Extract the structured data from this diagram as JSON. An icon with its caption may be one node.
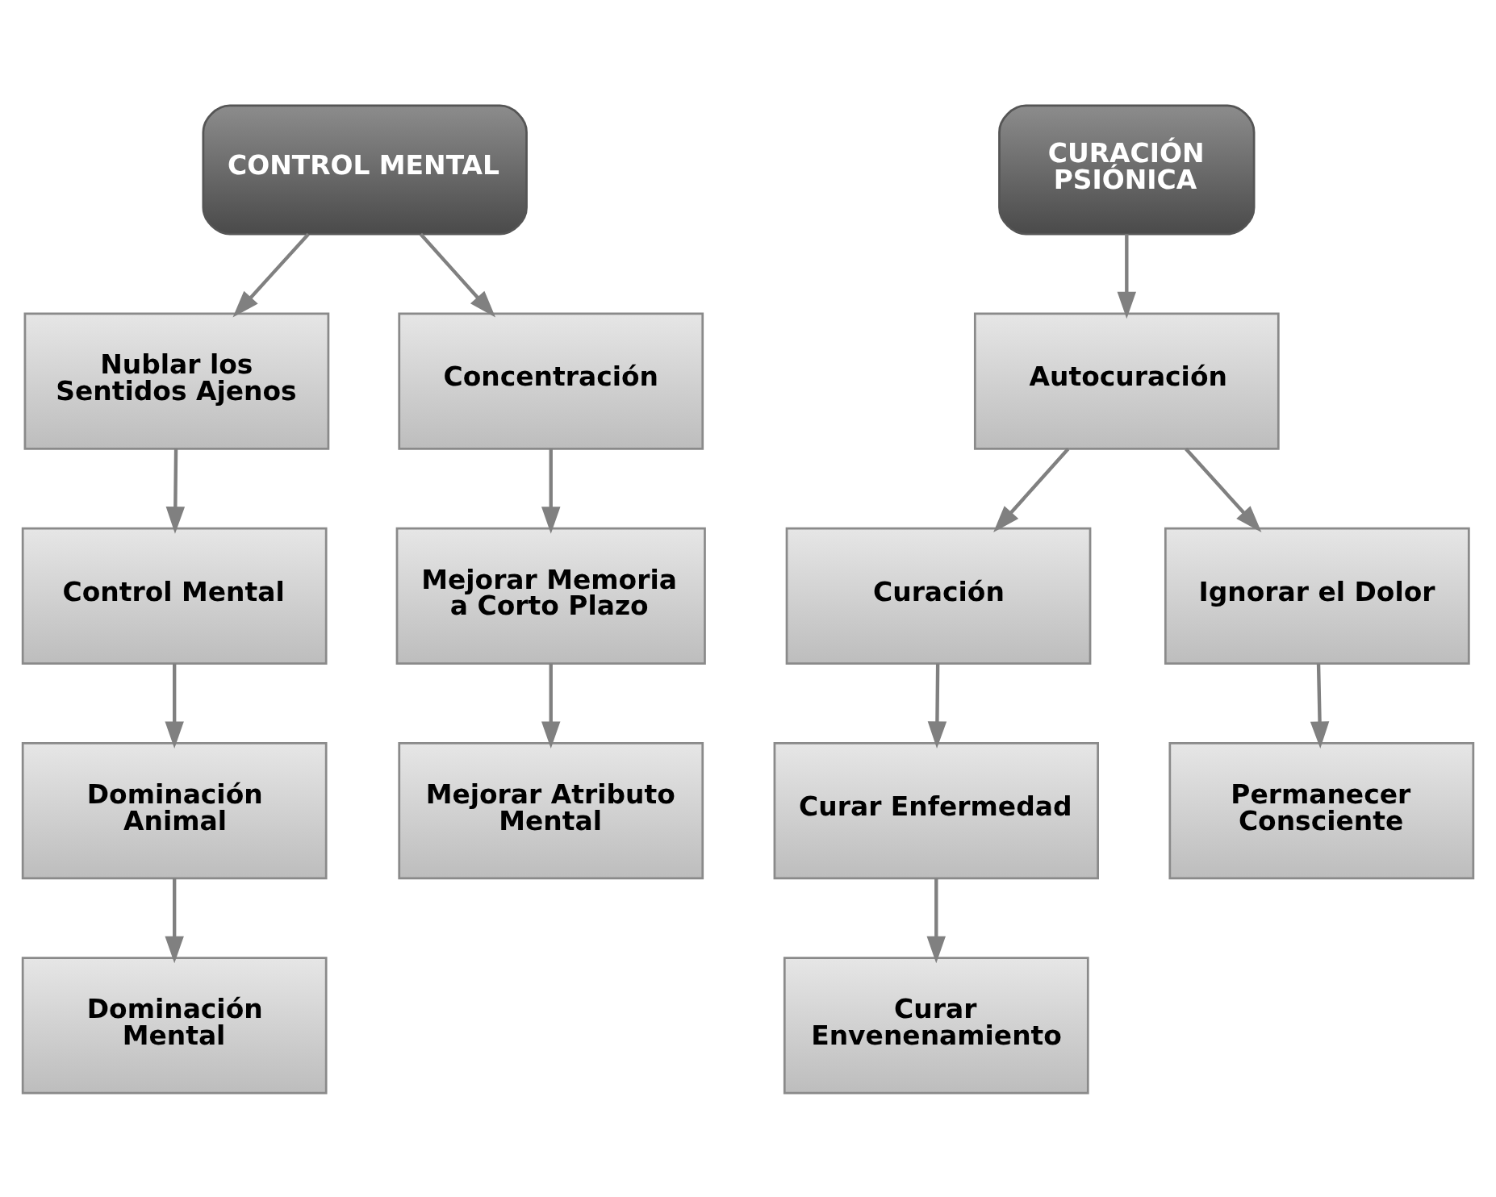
{
  "diagram": {
    "nodes": [
      {
        "text": [
          "CONTROL MENTAL"
        ]
      },
      {
        "text": [
          "Nublar los Sentidos Ajenos"
        ]
      },
      {
        "text": [
          "Concentración"
        ]
      },
      {
        "text": [
          "Control Mental"
        ]
      },
      {
        "text": [
          "Mejorar Memoria a Corto Plazo"
        ]
      },
      {
        "text": [
          "Dominación Animal"
        ]
      },
      {
        "text": [
          "Mejorar Atributo Mental"
        ]
      },
      {
        "text": [
          "Dominación Mental"
        ]
      },
      {
        "text": [
          "CURACIÓN PSIÓNICA"
        ]
      },
      {
        "text": [
          "Autocuración"
        ]
      },
      {
        "text": [
          "Curación"
        ]
      },
      {
        "text": [
          "Ignorar el Dolor"
        ]
      },
      {
        "text": [
          "Curar Enfermedad"
        ]
      },
      {
        "text": [
          "Permanecer Consciente"
        ]
      },
      {
        "text": [
          "Curar Envenenamiento"
        ]
      }
    ],
    "edges": [
      {
        "from": 0,
        "to": 1,
        "arrow": "to"
      },
      {
        "from": 0,
        "to": 2,
        "arrow": "to"
      },
      {
        "from": 1,
        "to": 3,
        "arrow": "to"
      },
      {
        "from": 3,
        "to": 5,
        "arrow": "to"
      },
      {
        "from": 5,
        "to": 7,
        "arrow": "to"
      },
      {
        "from": 2,
        "to": 4,
        "arrow": "to"
      },
      {
        "from": 4,
        "to": 6,
        "arrow": "to"
      },
      {
        "from": 8,
        "to": 9,
        "arrow": "to"
      },
      {
        "from": 9,
        "to": 10,
        "arrow": "to"
      },
      {
        "from": 9,
        "to": 11,
        "arrow": "to"
      },
      {
        "from": 10,
        "to": 12,
        "arrow": "to"
      },
      {
        "from": 12,
        "to": 14,
        "arrow": "to"
      },
      {
        "from": 11,
        "to": 13,
        "arrow": "to"
      }
    ]
  }
}
